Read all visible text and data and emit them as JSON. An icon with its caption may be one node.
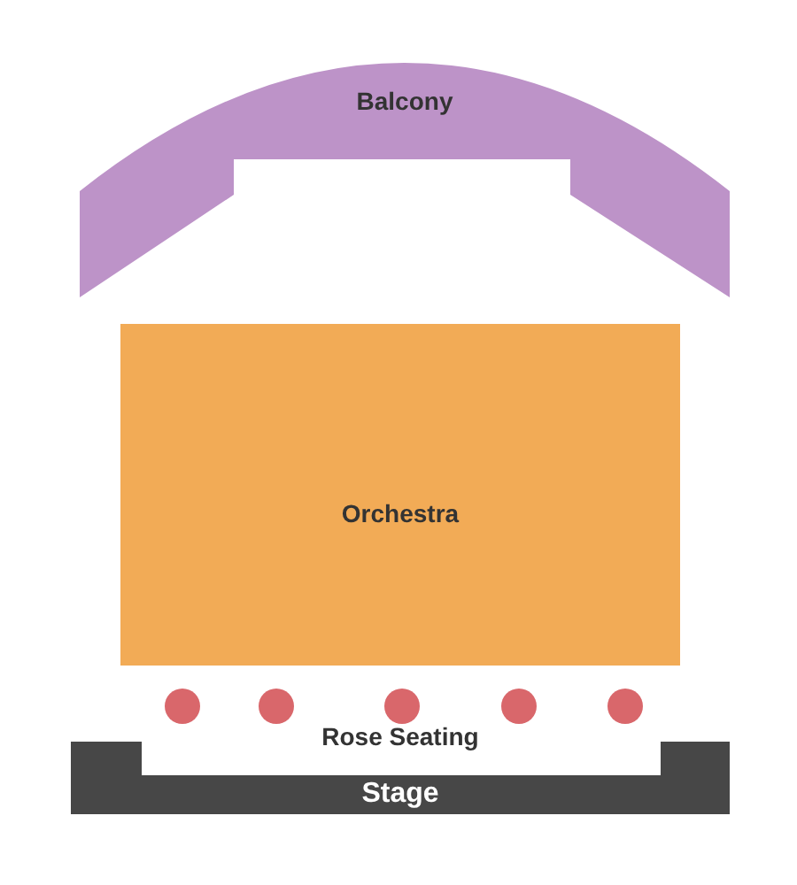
{
  "diagram": {
    "nodes": [
      {
        "text": [
          "Balcony"
        ]
      },
      {
        "text": [
          "Orchestra"
        ]
      },
      {
        "text": [],
        "shape": "circle"
      },
      {
        "text": [],
        "shape": "circle"
      },
      {
        "text": [],
        "shape": "circle"
      },
      {
        "text": [],
        "shape": "circle"
      },
      {
        "text": [],
        "shape": "circle"
      },
      {
        "text": [
          "Stage"
        ]
      }
    ],
    "labels": [
      "Rose Seating"
    ]
  }
}
